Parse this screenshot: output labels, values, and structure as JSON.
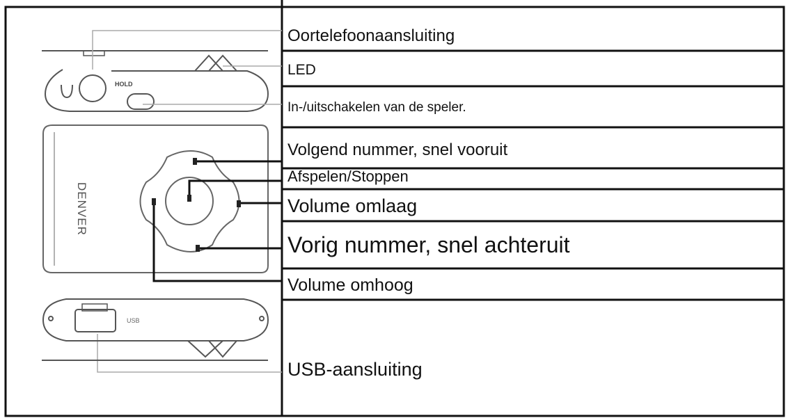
{
  "device": {
    "brand_text": "DENVER",
    "hold_text": "HOLD",
    "usb_port_text": "USB"
  },
  "labels": [
    {
      "id": "headphone-jack",
      "text": "Oortelefoonaansluiting"
    },
    {
      "id": "led",
      "text": "LED"
    },
    {
      "id": "power-switch",
      "text": "In-/uitschakelen van de speler."
    },
    {
      "id": "next-track",
      "text": "Volgend nummer, snel vooruit"
    },
    {
      "id": "play-stop",
      "text": "Afspelen/Stoppen"
    },
    {
      "id": "volume-down",
      "text": "Volume omlaag"
    },
    {
      "id": "previous-track",
      "text": "Vorig nummer, snel achteruit"
    },
    {
      "id": "volume-up",
      "text": "Volume omhoog"
    },
    {
      "id": "usb-port",
      "text": "USB-aansluiting"
    }
  ]
}
